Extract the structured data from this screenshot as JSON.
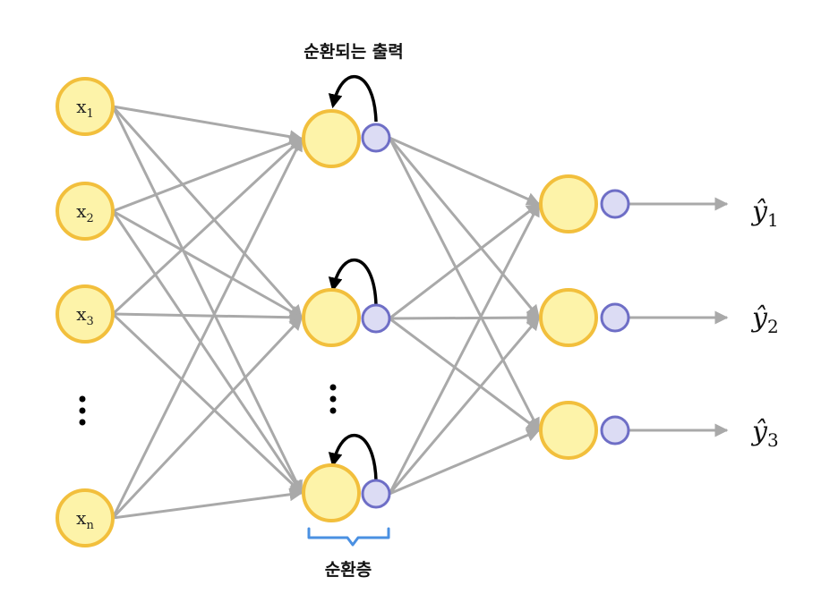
{
  "colors": {
    "node_fill": "#FDF3A9",
    "node_stroke": "#F2BF3C",
    "activation_fill": "#DCDCF4",
    "activation_stroke": "#6E6EC6",
    "edge": "#A9A9A9",
    "loop": "#000000",
    "bracket": "#4A90E2"
  },
  "icons": {
    "ellipsis": "vertical-ellipsis",
    "loop": "recurrent-loop-arrow"
  },
  "diagram": {
    "caption_top": "순환되는 출력",
    "caption_bottom": "순환층",
    "inputs": [
      {
        "base": "x",
        "sub": "1"
      },
      {
        "base": "x",
        "sub": "2"
      },
      {
        "base": "x",
        "sub": "3"
      },
      {
        "base": "x",
        "sub": "n"
      }
    ],
    "outputs": [
      {
        "base": "ŷ",
        "sub": "1"
      },
      {
        "base": "ŷ",
        "sub": "2"
      },
      {
        "base": "ŷ",
        "sub": "3"
      }
    ]
  }
}
